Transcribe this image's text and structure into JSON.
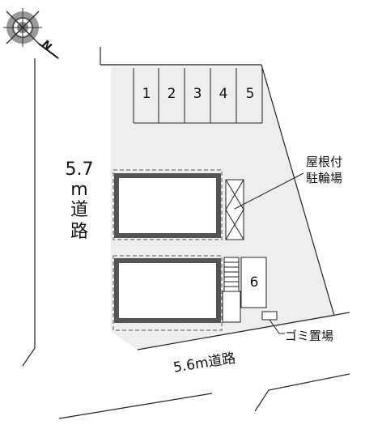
{
  "compass": {
    "north_label": "N",
    "icon": "compass-rose-icon"
  },
  "west_road": {
    "width_label": "5.7",
    "unit_label": "m",
    "char_1": "道",
    "char_2": "路"
  },
  "south_road": {
    "label": "5.6m道路"
  },
  "parking_slots": [
    "1",
    "2",
    "3",
    "4",
    "5"
  ],
  "parking_slot_6": "6",
  "bicycle_parking": {
    "line_1": "屋根付",
    "line_2": "駐輪場"
  },
  "garbage": {
    "label": "ゴミ置場"
  },
  "colors": {
    "site_fill": "#eeeeee",
    "building_border": "#555555",
    "line": "#222222"
  }
}
